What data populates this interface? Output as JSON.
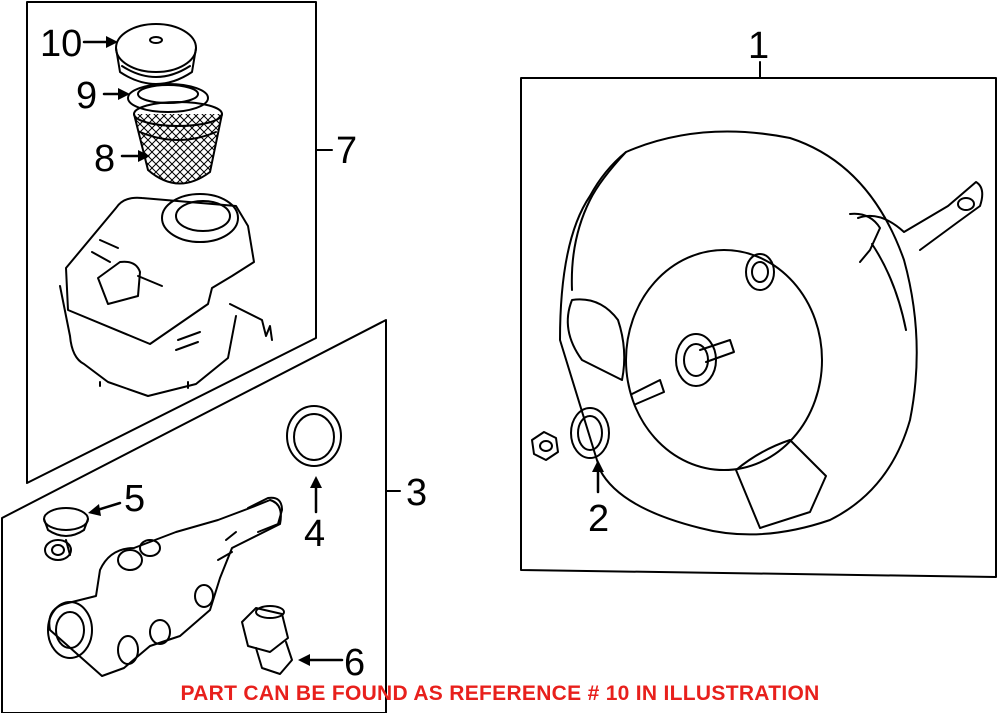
{
  "callouts": {
    "c1": "1",
    "c2": "2",
    "c3": "3",
    "c4": "4",
    "c5": "5",
    "c6": "6",
    "c7": "7",
    "c8": "8",
    "c9": "9",
    "c10": "10"
  },
  "footer": {
    "note": "PART CAN BE FOUND AS REFERENCE # 10 IN ILLUSTRATION",
    "color": "#e8201c"
  }
}
